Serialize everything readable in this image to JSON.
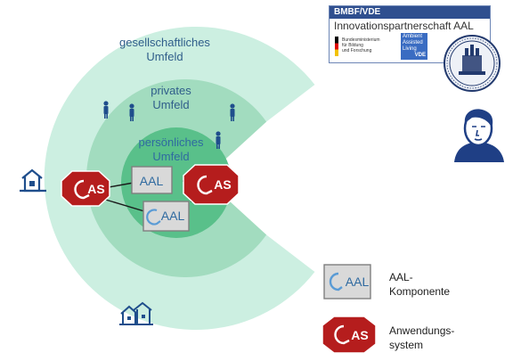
{
  "rings": {
    "outer_label_line1": "gesellschaftliches",
    "outer_label_line2": "Umfeld",
    "middle_label_line1": "privates",
    "middle_label_line2": "Umfeld",
    "inner_label_line1": "persönliches",
    "inner_label_line2": "Umfeld"
  },
  "nodes": {
    "aal_center": "AAL",
    "aal_bottom": "AAL",
    "as_left": "AS",
    "as_right": "AS"
  },
  "legend": {
    "aal_box": "AAL",
    "aal_line1": "AAL-",
    "aal_line2": "Komponente",
    "as_box": "AS",
    "as_line1": "Anwendungs-",
    "as_line2": "system"
  },
  "logo": {
    "header": "BMBF/VDE",
    "subtitle": "Innovationspartnerschaft AAL",
    "ministry_line1": "Bundesministerium",
    "ministry_line2": "für Bildung",
    "ministry_line3": "und Forschung",
    "aal_line1": "Ambient",
    "aal_line2": "Assisted",
    "aal_line3": "Living",
    "aal_line4": "VDE"
  },
  "colors": {
    "outer_ring": "#ccefe1",
    "middle_ring": "#a2dcbf",
    "inner_circle": "#59c08a",
    "as_red": "#b51d1d",
    "icon_blue": "#1f4e8c"
  }
}
